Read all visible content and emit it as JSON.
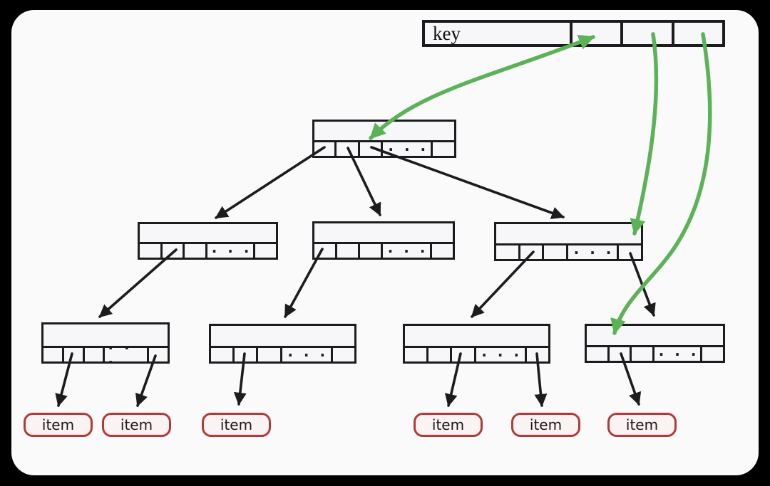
{
  "figure": {
    "key_box": {
      "label": "key"
    },
    "ellipsis": "· · ·",
    "items": [
      "item",
      "item",
      "item",
      "item",
      "item",
      "item"
    ],
    "colors": {
      "frame": "#000000",
      "canvas": "#fbfafb",
      "node_border": "#1c1c1e",
      "node_fill": "#f7f6f8",
      "black_arrow": "#1c1c1e",
      "green_arrow": "#5bb257",
      "item_border": "#b23a36",
      "item_fill": "#f9f4f3"
    }
  }
}
